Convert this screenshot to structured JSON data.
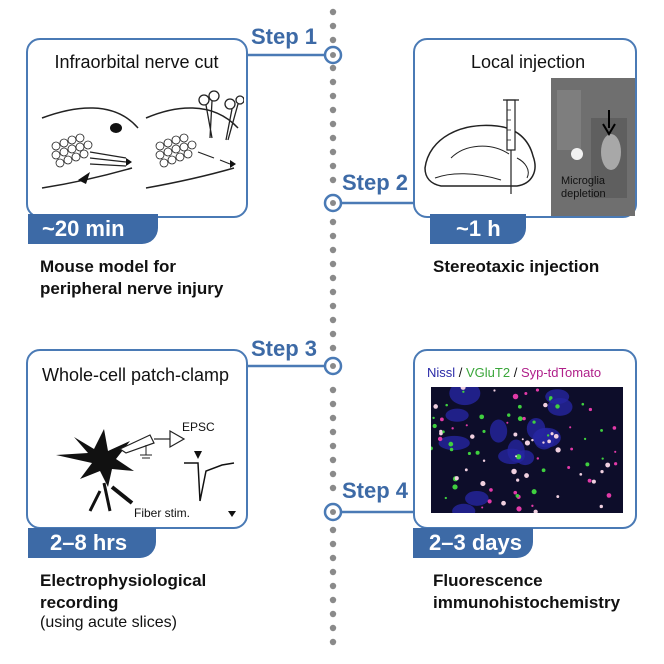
{
  "colors": {
    "accent": "#3d6aa6",
    "border": "#4a7ab5",
    "dots": "#8a8a8a",
    "nissl": "#2a2aa8",
    "vglut2": "#3aa63a",
    "syp": "#b0208a"
  },
  "steps": [
    {
      "label": "Step 1",
      "panel_title": "Infraorbital nerve cut",
      "duration": "~20 min",
      "caption": [
        "Mouse model for",
        "peripheral nerve injury"
      ]
    },
    {
      "label": "Step 2",
      "panel_title": "Local injection",
      "duration": "~1 h",
      "caption": [
        "Stereotaxic injection"
      ],
      "image_label": [
        "Microglia",
        "depletion"
      ]
    },
    {
      "label": "Step 3",
      "panel_title": "Whole-cell patch-clamp",
      "duration": "2–8 hrs",
      "caption": [
        "Electrophysiological",
        "recording"
      ],
      "caption_note": "(using acute slices)",
      "epsc_label": "EPSC",
      "stim_label": "Fiber stim."
    },
    {
      "label": "Step 4",
      "duration": "2–3 days",
      "caption": [
        "Fluorescence",
        "immunohistochemistry"
      ],
      "stain": {
        "nissl": "Nissl",
        "sep1": " / ",
        "vglut2": "VGluT2",
        "sep2": " / ",
        "syp": "Syp-tdTomato"
      }
    }
  ]
}
